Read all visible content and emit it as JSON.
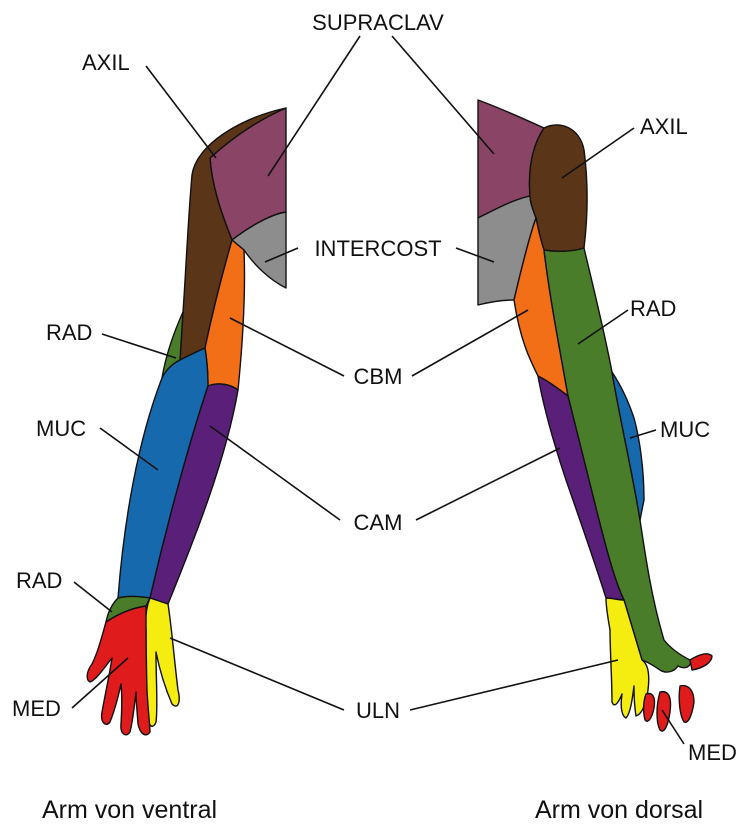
{
  "labels": {
    "supraclav": "SUPRACLAV",
    "axil": "AXIL",
    "intercost": "INTERCOST",
    "rad": "RAD",
    "cbm": "CBM",
    "muc": "MUC",
    "cam": "CAM",
    "uln": "ULN",
    "med": "MED"
  },
  "captions": {
    "ventral": "Arm von ventral",
    "dorsal": "Arm von dorsal"
  },
  "colors": {
    "axil": "#5a3518",
    "supraclav": "#8a4466",
    "intercost": "#8d8d8d",
    "cbm": "#f26f18",
    "rad": "#4a7d2a",
    "muc": "#1769ad",
    "cam": "#5a1f78",
    "uln": "#f5ec10",
    "med": "#e01b1b"
  }
}
